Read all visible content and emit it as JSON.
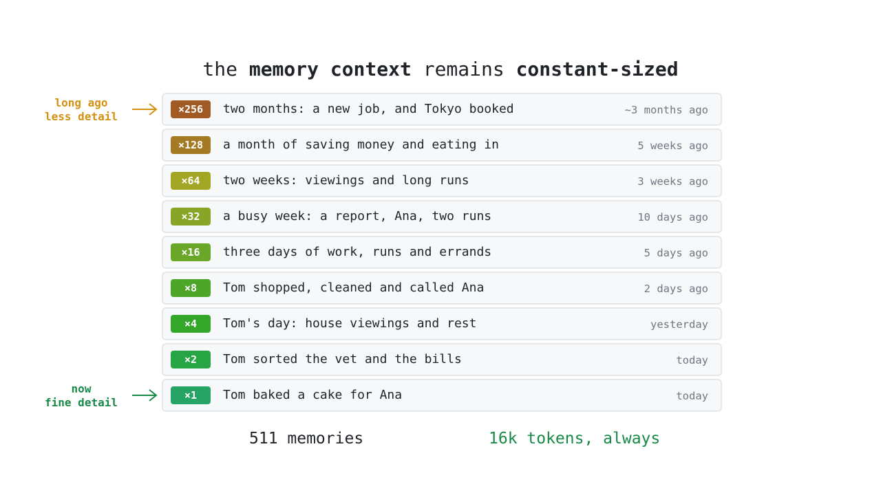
{
  "title": {
    "part1": "the ",
    "part2": "memory context",
    "part3": " remains ",
    "part4": "constant-sized"
  },
  "side_labels": {
    "old": {
      "line1": "long ago",
      "line2": "less detail",
      "color": "#d4900f"
    },
    "new": {
      "line1": "now",
      "line2": "fine detail",
      "color": "#178a47"
    }
  },
  "rows": [
    {
      "badge": "×256",
      "summary": "two months: a new job, and Tokyo booked",
      "when": "~3 months ago",
      "color": "#a25a24"
    },
    {
      "badge": "×128",
      "summary": "a month of saving money and eating in",
      "when": "5 weeks ago",
      "color": "#a57a24"
    },
    {
      "badge": "×64",
      "summary": "two weeks: viewings and long runs",
      "when": "3 weeks ago",
      "color": "#a3a524"
    },
    {
      "badge": "×32",
      "summary": "a busy week: a report, Ana, two runs",
      "when": "10 days ago",
      "color": "#88a528"
    },
    {
      "badge": "×16",
      "summary": "three days of work, runs and errands",
      "when": "5 days ago",
      "color": "#6aa628"
    },
    {
      "badge": "×8",
      "summary": "Tom shopped, cleaned and called Ana",
      "when": "2 days ago",
      "color": "#4ea628"
    },
    {
      "badge": "×4",
      "summary": "Tom's day: house viewings and rest",
      "when": "yesterday",
      "color": "#34a62a"
    },
    {
      "badge": "×2",
      "summary": "Tom sorted the vet and the bills",
      "when": "today",
      "color": "#27a545"
    },
    {
      "badge": "×1",
      "summary": "Tom baked a cake for Ana",
      "when": "today",
      "color": "#25a466"
    }
  ],
  "footer": {
    "count": "511 memories",
    "tokens": "16k tokens, always"
  }
}
